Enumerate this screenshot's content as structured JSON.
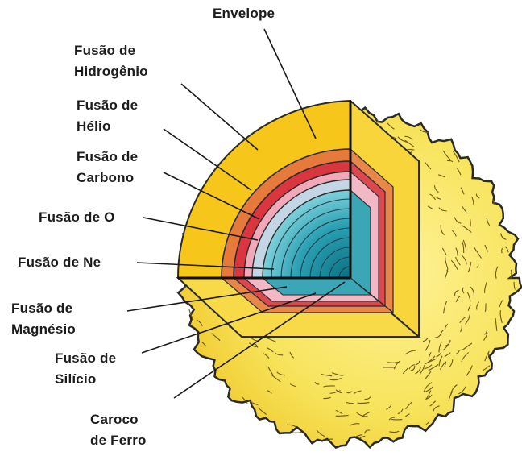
{
  "labels": {
    "envelope": "Envelope",
    "hydrogen": [
      "Fusão de",
      "Hidrogênio"
    ],
    "helium": [
      "Fusão de",
      "Hélio"
    ],
    "carbon": [
      "Fusão de",
      "Carbono"
    ],
    "oxygen": "Fusão de O",
    "neon": "Fusão de Ne",
    "magnesium": [
      "Fusão de",
      "Magnésio"
    ],
    "silicon": [
      "Fusão de",
      "Silício"
    ],
    "iron_core": [
      "Caroco",
      "de Ferro"
    ]
  },
  "colors": {
    "sphere_surface": "#f7e35a",
    "sphere_glow": "#fff39a",
    "envelope_cut": "#f6c61a",
    "hydrogen_shell": "#e57a3a",
    "helium_shell": "#d9363f",
    "carbon_shell": "#f1a8b8",
    "oxygen_shell": "#a9c7d6",
    "core_teal": "#1b8ea0",
    "outline": "#2a2a2a"
  }
}
